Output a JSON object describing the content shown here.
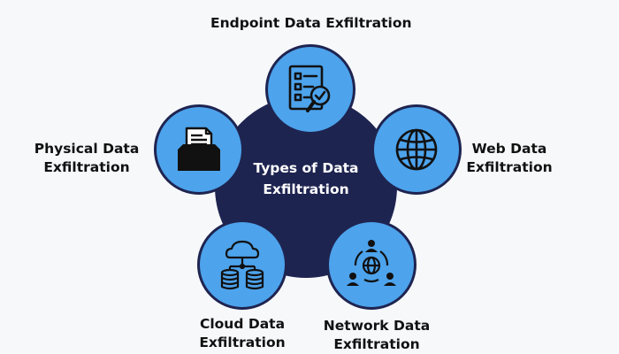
{
  "center": {
    "line1": "Types of Data",
    "line2": "Exfiltration"
  },
  "nodes": [
    {
      "title": "Endpoint Data Exfiltration",
      "icon": "checklist-magnifier-icon"
    },
    {
      "line1": "Web Data",
      "line2": "Exfiltration",
      "icon": "globe-icon"
    },
    {
      "line1": "Network Data",
      "line2": "Exfiltration",
      "icon": "network-users-globe-icon"
    },
    {
      "line1": "Cloud Data",
      "line2": "Exfiltration",
      "icon": "cloud-database-icon"
    },
    {
      "line1": "Physical Data",
      "line2": "Exfiltration",
      "icon": "folder-documents-icon"
    }
  ],
  "colors": {
    "center": "#1e2450",
    "node": "#4da3ec",
    "text": "#111111",
    "background": "#f7f8fa"
  }
}
